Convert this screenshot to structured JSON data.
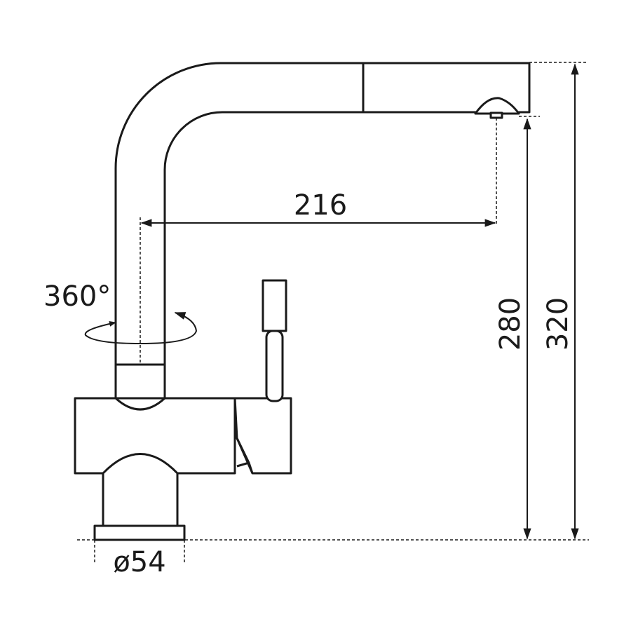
{
  "drawing": {
    "subject": "faucet-technical-drawing",
    "line_color": "#1a1a1a",
    "background": "#ffffff"
  },
  "dimensions": {
    "spout_reach": "216",
    "outlet_height": "280",
    "total_height": "320",
    "base_diameter": "ø54",
    "rotation": "360°"
  }
}
